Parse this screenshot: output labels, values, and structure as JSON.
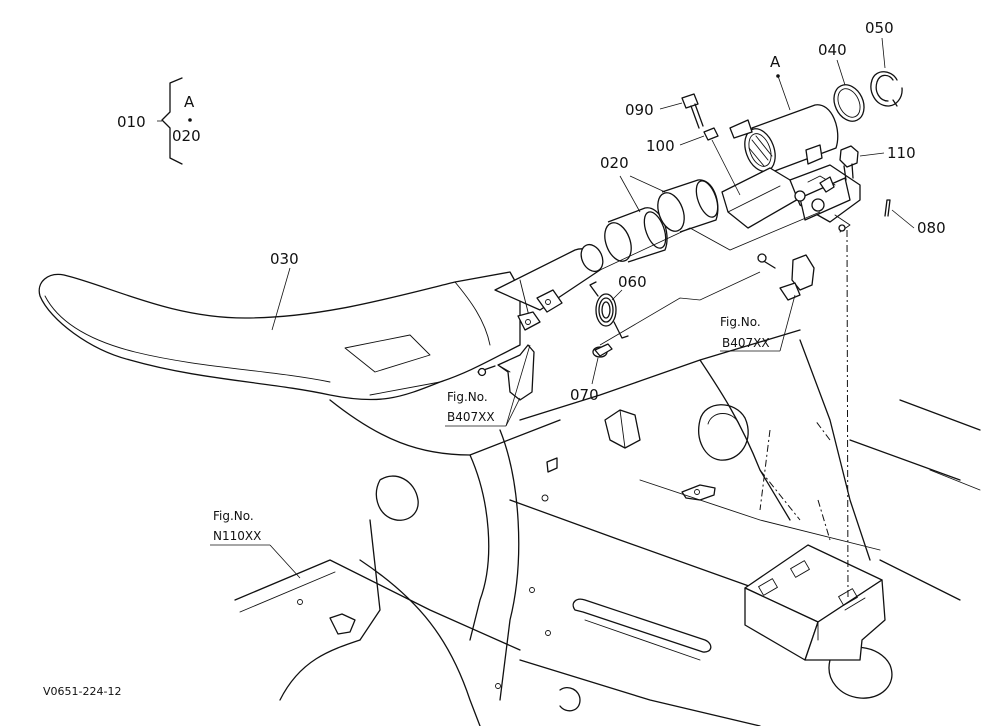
{
  "diagram": {
    "drawing_code": "V0651-224-12",
    "bracket_group": {
      "main": "010",
      "detail_mark": "A",
      "sub": "020"
    },
    "detail_mark": "A",
    "callouts": {
      "p020": "020",
      "p030": "030",
      "p040": "040",
      "p050": "050",
      "p060": "060",
      "p070": "070",
      "p080": "080",
      "p090": "090",
      "p100": "100",
      "p110": "110"
    },
    "figure_refs": {
      "right": {
        "line1": "Fig.No.",
        "line2": "B407XX"
      },
      "center": {
        "line1": "Fig.No.",
        "line2": "B407XX"
      },
      "lower_left": {
        "line1": "Fig.No.",
        "line2": "N110XX"
      }
    }
  }
}
